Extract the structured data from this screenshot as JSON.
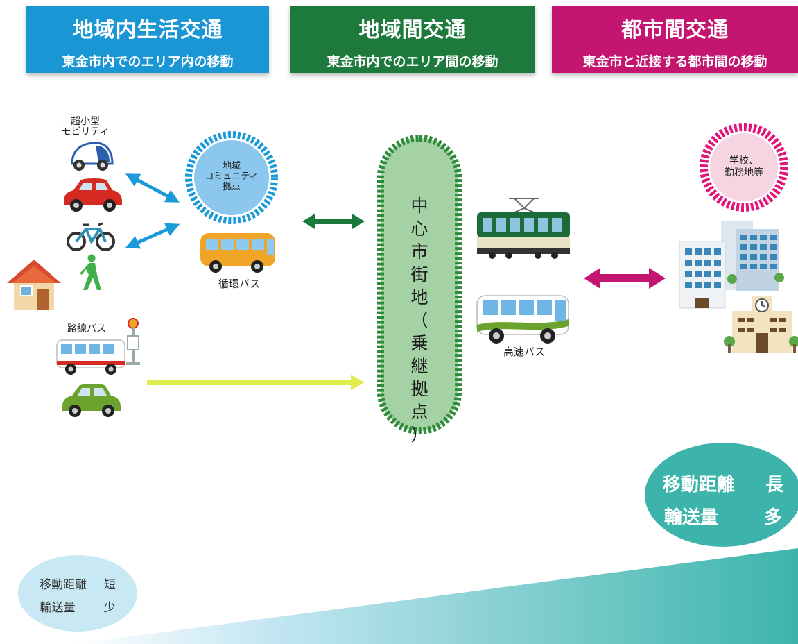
{
  "headers": [
    {
      "title": "地域内生活交通",
      "subtitle": "東金市内でのエリア内の移動",
      "color": "#1a96d4"
    },
    {
      "title": "地域間交通",
      "subtitle": "東金市内でのエリア間の移動",
      "color": "#1e7a3c"
    },
    {
      "title": "都市間交通",
      "subtitle": "東金市と近接する都市間の移動",
      "color": "#c41670"
    }
  ],
  "labels": {
    "micro_mobility_1": "超小型",
    "micro_mobility_2": "モビリティ",
    "community_hub_1": "地域",
    "community_hub_2": "コミュニティ",
    "community_hub_3": "拠点",
    "loop_bus": "循環バス",
    "route_bus": "路線バス",
    "express_bus": "高速バス",
    "destination_1": "学校、",
    "destination_2": "勤務地等"
  },
  "center_hub": [
    "中",
    "心",
    "市",
    "街",
    "地",
    "（",
    "乗",
    "継",
    "拠",
    "点",
    "）"
  ],
  "scale": {
    "high": {
      "distance_label": "移動距離",
      "distance_value": "長",
      "volume_label": "輸送量",
      "volume_value": "多"
    },
    "low": {
      "distance_label": "移動距離",
      "distance_value": "短",
      "volume_label": "輸送量",
      "volume_value": "少"
    }
  },
  "colors": {
    "arrow_blue": "#1a9ad8",
    "arrow_green": "#1e7a3c",
    "arrow_yellow": "#e1ec4e",
    "arrow_magenta": "#c41670",
    "hub_fill": "#a5d2a5",
    "hub_border": "#2e8b3a",
    "community_hub": "#6fb8e6",
    "destination_hub": "#e2167a",
    "scale_teal": "#3cb4ab",
    "scale_light": "#c8e8f4"
  },
  "icons": [
    "micro-mobility-icon",
    "car-icon",
    "bicycle-icon",
    "pedestrian-icon",
    "house-icon",
    "bus-icon",
    "bus-stop-icon",
    "tram-icon",
    "building-icon",
    "school-icon"
  ]
}
